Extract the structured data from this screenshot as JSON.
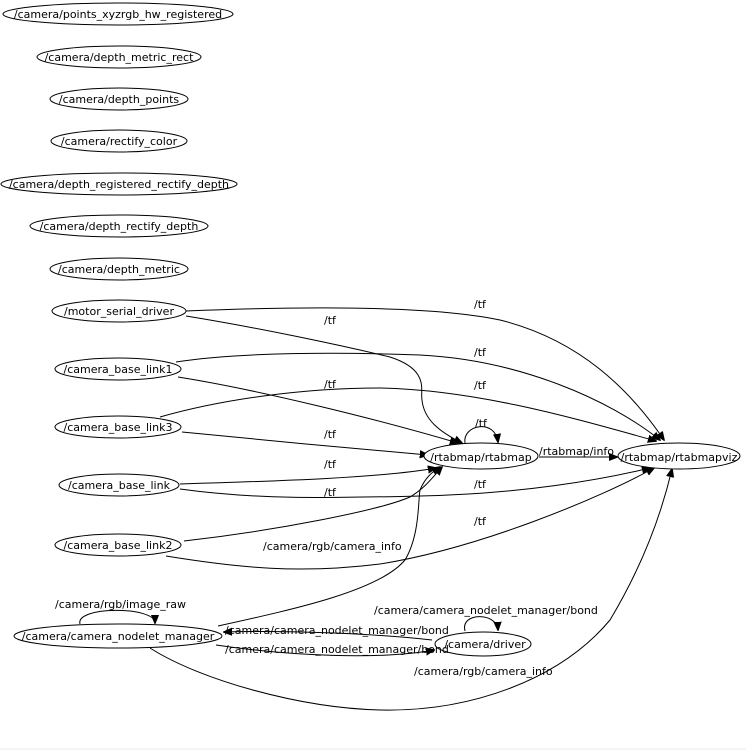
{
  "graph": {
    "nodes": [
      {
        "id": "n_points",
        "label": "/camera/points_xyzrgb_hw_registered"
      },
      {
        "id": "n_dmr",
        "label": "/camera/depth_metric_rect"
      },
      {
        "id": "n_dp",
        "label": "/camera/depth_points"
      },
      {
        "id": "n_rc",
        "label": "/camera/rectify_color"
      },
      {
        "id": "n_drrd",
        "label": "/camera/depth_registered_rectify_depth"
      },
      {
        "id": "n_drd",
        "label": "/camera/depth_rectify_depth"
      },
      {
        "id": "n_dm",
        "label": "/camera/depth_metric"
      },
      {
        "id": "n_motor",
        "label": "/motor_serial_driver"
      },
      {
        "id": "n_cbl1",
        "label": "/camera_base_link1"
      },
      {
        "id": "n_cbl3",
        "label": "/camera_base_link3"
      },
      {
        "id": "n_cbl",
        "label": "/camera_base_link"
      },
      {
        "id": "n_cbl2",
        "label": "/camera_base_link2"
      },
      {
        "id": "n_nm",
        "label": "/camera/camera_nodelet_manager"
      },
      {
        "id": "n_rtab",
        "label": "/rtabmap/rtabmap"
      },
      {
        "id": "n_viz",
        "label": "/rtabmap/rtabmapviz"
      },
      {
        "id": "n_driver",
        "label": "/camera/driver"
      }
    ],
    "edge_labels": {
      "tf": "/tf",
      "rtabmap_info": "/rtabmap/info",
      "camera_info": "/camera/rgb/camera_info",
      "image_raw": "/camera/rgb/image_raw",
      "bond": "/camera/camera_nodelet_manager/bond"
    },
    "edges": [
      {
        "from": "/motor_serial_driver",
        "to": "/rtabmap/rtabmapviz",
        "topic": "/tf"
      },
      {
        "from": "/motor_serial_driver",
        "to": "/rtabmap/rtabmap",
        "topic": "/tf"
      },
      {
        "from": "/camera_base_link1",
        "to": "/rtabmap/rtabmapviz",
        "topic": "/tf"
      },
      {
        "from": "/camera_base_link1",
        "to": "/rtabmap/rtabmap",
        "topic": "/tf"
      },
      {
        "from": "/camera_base_link3",
        "to": "/rtabmap/rtabmapviz",
        "topic": "/tf"
      },
      {
        "from": "/camera_base_link3",
        "to": "/rtabmap/rtabmap",
        "topic": "/tf"
      },
      {
        "from": "/rtabmap/rtabmap",
        "to": "/rtabmap/rtabmap",
        "topic": "/tf"
      },
      {
        "from": "/camera_base_link",
        "to": "/rtabmap/rtabmap",
        "topic": "/tf"
      },
      {
        "from": "/camera_base_link",
        "to": "/rtabmap/rtabmapviz",
        "topic": "/tf"
      },
      {
        "from": "/camera_base_link2",
        "to": "/rtabmap/rtabmap",
        "topic": "/tf"
      },
      {
        "from": "/camera_base_link2",
        "to": "/rtabmap/rtabmapviz",
        "topic": "/tf"
      },
      {
        "from": "/rtabmap/rtabmap",
        "to": "/rtabmap/rtabmapviz",
        "topic": "/rtabmap/info"
      },
      {
        "from": "/camera/camera_nodelet_manager",
        "to": "/rtabmap/rtabmap",
        "topic": "/camera/rgb/camera_info"
      },
      {
        "from": "/camera/camera_nodelet_manager",
        "to": "/camera/camera_nodelet_manager",
        "topic": "/camera/rgb/image_raw"
      },
      {
        "from": "/camera/driver",
        "to": "/camera/camera_nodelet_manager",
        "topic": "/camera/camera_nodelet_manager/bond"
      },
      {
        "from": "/camera/camera_nodelet_manager",
        "to": "/camera/driver",
        "topic": "/camera/camera_nodelet_manager/bond"
      },
      {
        "from": "/camera/driver",
        "to": "/camera/driver",
        "topic": "/camera/camera_nodelet_manager/bond"
      },
      {
        "from": "/camera/camera_nodelet_manager",
        "to": "/rtabmap/rtabmapviz",
        "topic": "/camera/rgb/camera_info"
      }
    ]
  }
}
